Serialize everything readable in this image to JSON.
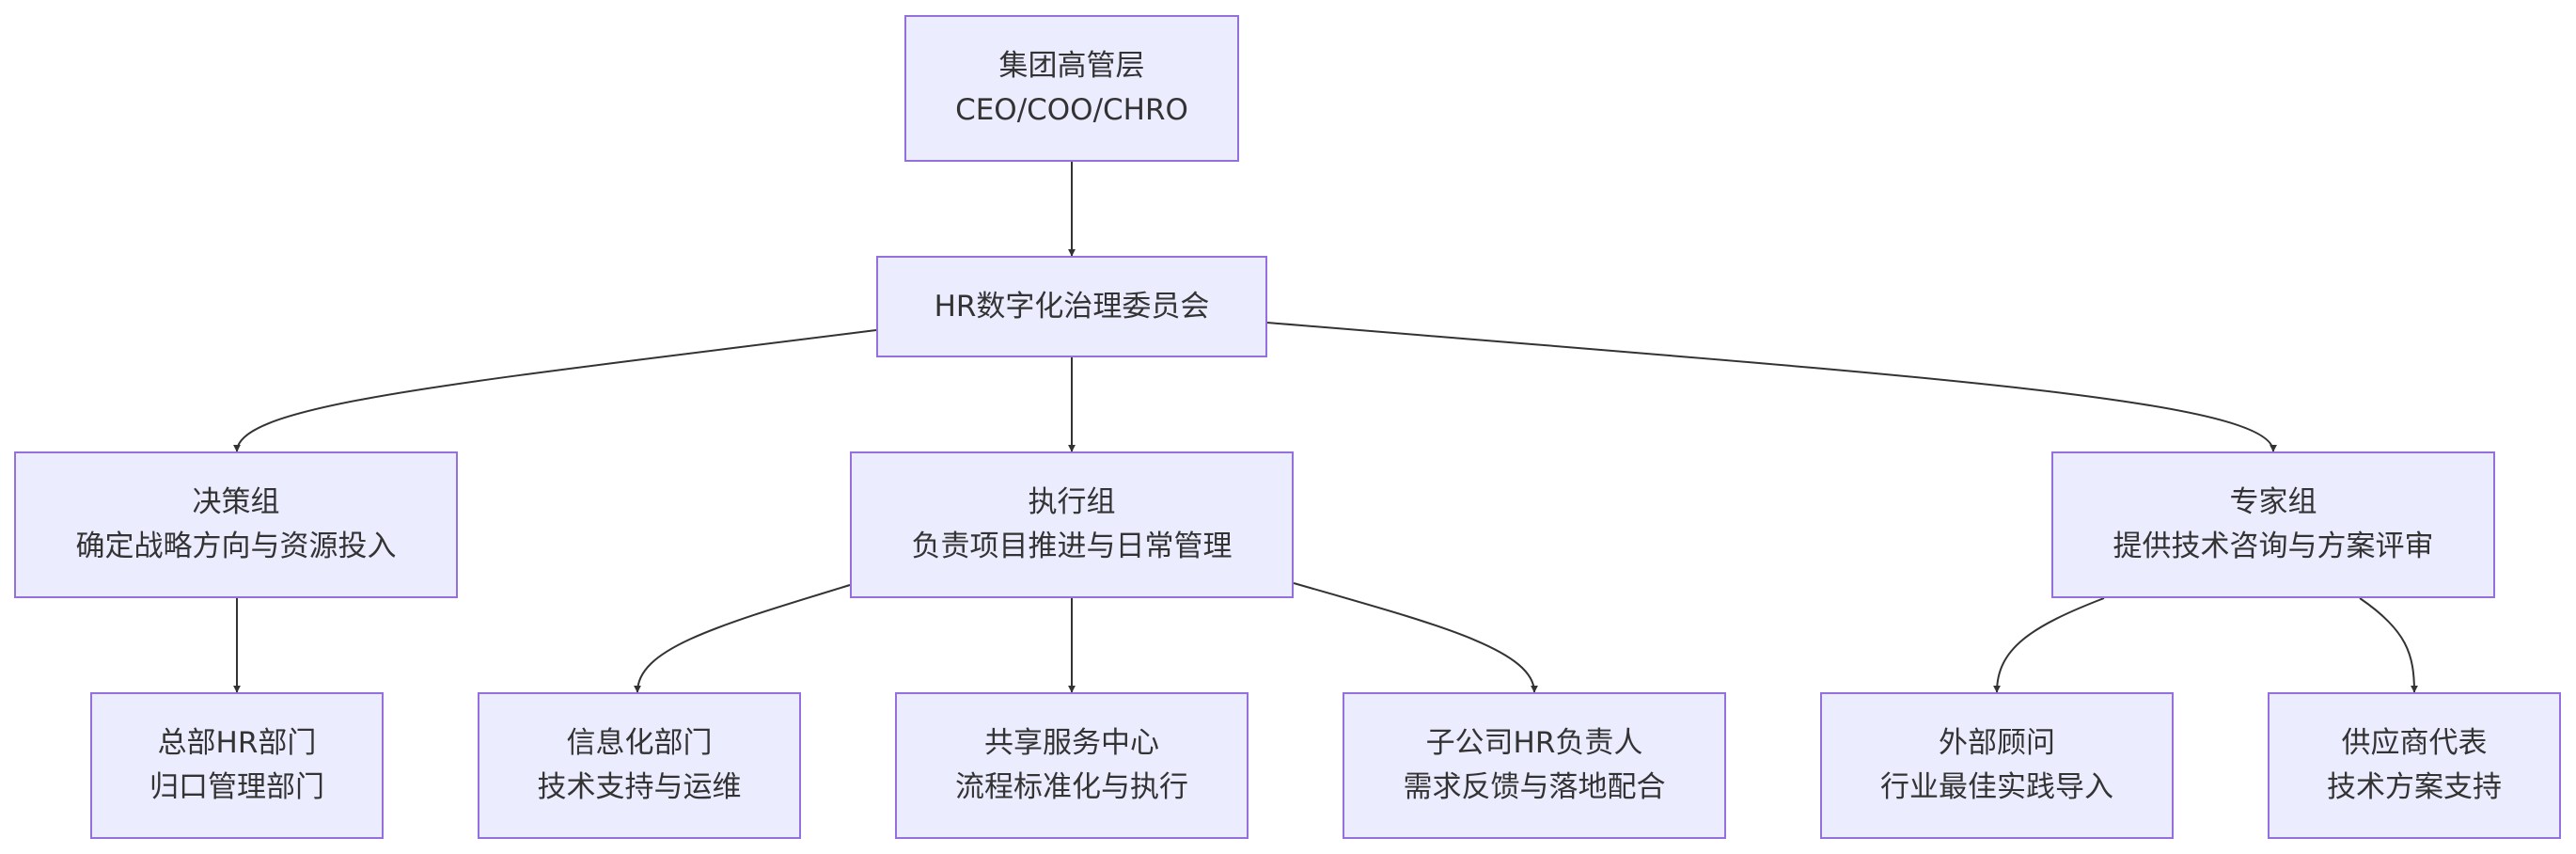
{
  "diagram": {
    "nodes": {
      "exec": {
        "line1": "集团高管层",
        "line2": "CEO/COO/CHRO"
      },
      "comm": {
        "line1": "HR数字化治理委员会"
      },
      "dec": {
        "line1": "决策组",
        "line2": "确定战略方向与资源投入"
      },
      "execg": {
        "line1": "执行组",
        "line2": "负责项目推进与日常管理"
      },
      "expert": {
        "line1": "专家组",
        "line2": "提供技术咨询与方案评审"
      },
      "hq": {
        "line1": "总部HR部门",
        "line2": "归口管理部门"
      },
      "it": {
        "line1": "信息化部门",
        "line2": "技术支持与运维"
      },
      "ssc": {
        "line1": "共享服务中心",
        "line2": "流程标准化与执行"
      },
      "sub": {
        "line1": "子公司HR负责人",
        "line2": "需求反馈与落地配合"
      },
      "consult": {
        "line1": "外部顾问",
        "line2": "行业最佳实践导入"
      },
      "vendor": {
        "line1": "供应商代表",
        "line2": "技术方案支持"
      }
    },
    "edges": [
      [
        "exec",
        "comm"
      ],
      [
        "comm",
        "dec"
      ],
      [
        "comm",
        "execg"
      ],
      [
        "comm",
        "expert"
      ],
      [
        "dec",
        "hq"
      ],
      [
        "execg",
        "it"
      ],
      [
        "execg",
        "ssc"
      ],
      [
        "execg",
        "sub"
      ],
      [
        "expert",
        "consult"
      ],
      [
        "expert",
        "vendor"
      ]
    ],
    "colors": {
      "node_fill": "#ECECFF",
      "node_border": "#9370DB",
      "edge": "#333333",
      "text": "#333333"
    }
  }
}
